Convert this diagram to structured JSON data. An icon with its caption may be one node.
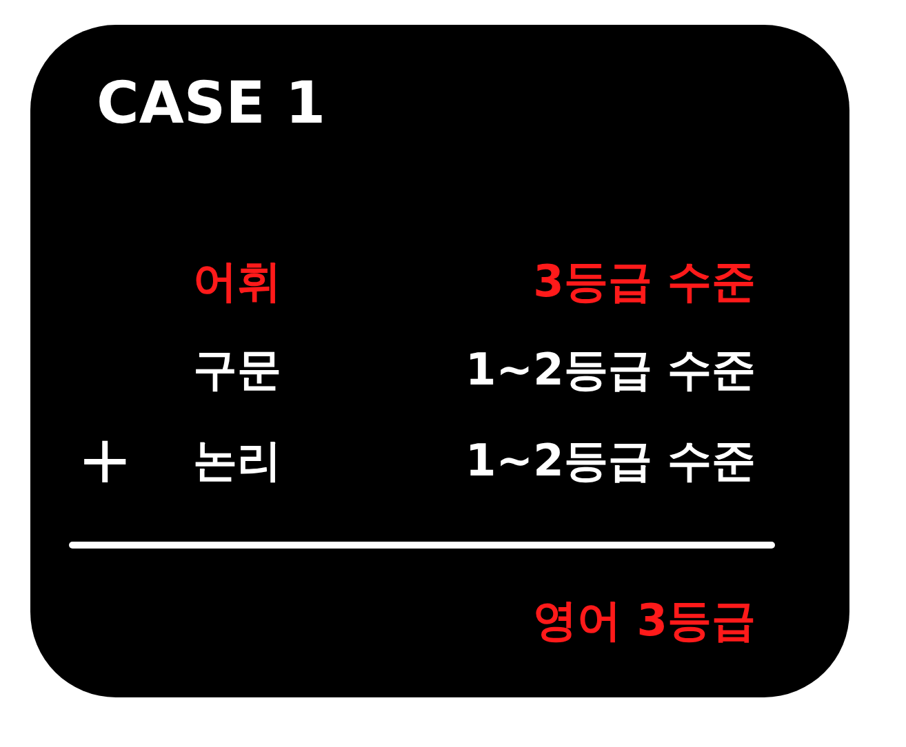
{
  "diagram": {
    "title": "CASE 1",
    "labels": [
      "어휘",
      "3등급 수준",
      "구문",
      "1~2등급 수준",
      "+",
      "논리",
      "1~2등급 수준",
      "영어 3등급"
    ]
  }
}
